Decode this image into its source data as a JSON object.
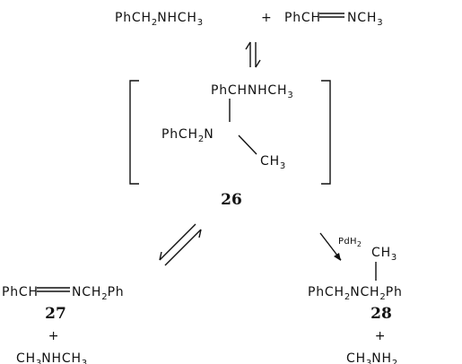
{
  "reactants": {
    "amine": [
      "PhCH",
      "2",
      "NHCH",
      "3"
    ],
    "plus": "+",
    "imine": [
      "PhCH",
      "NCH",
      "3"
    ]
  },
  "intermediate": {
    "top": [
      "PhCHNHCH",
      "3"
    ],
    "left": [
      "PhCH",
      "2",
      "N"
    ],
    "methyl": [
      "CH",
      "3"
    ],
    "number": "26"
  },
  "reagent": [
    "PdH",
    "2"
  ],
  "product_left": {
    "formula": [
      "PhCH",
      "NCH",
      "2",
      "Ph"
    ],
    "number": "27",
    "plus": "+",
    "byproduct": [
      "CH",
      "3",
      "NHCH",
      "3"
    ]
  },
  "product_right": {
    "methyl": [
      "CH",
      "3"
    ],
    "formula": [
      "PhCH",
      "2",
      "NCH",
      "2",
      "Ph"
    ],
    "number": "28",
    "plus": "+",
    "byproduct": [
      "CH",
      "3",
      "NH",
      "2"
    ]
  }
}
